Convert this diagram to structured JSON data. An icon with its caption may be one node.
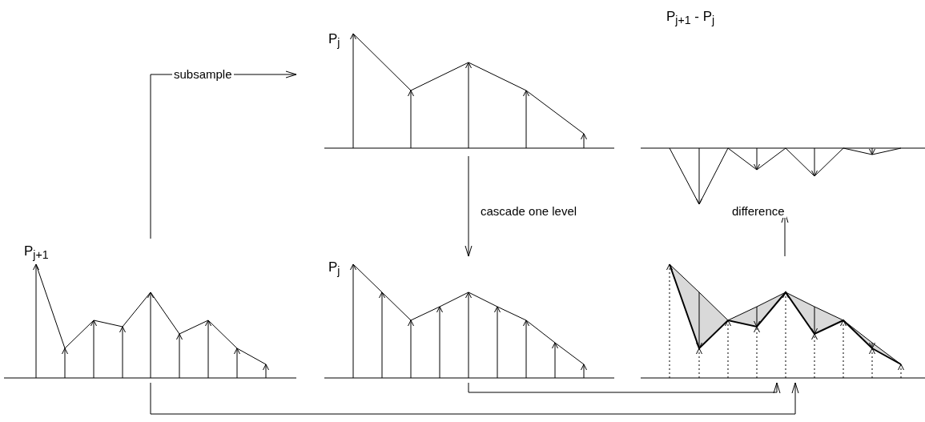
{
  "diagram": {
    "nodes": [
      {
        "text": [
          "P$_{j}$"
        ]
      },
      {
        "text": [
          "P$_{j+1}$ - P$_{j}$"
        ]
      },
      {
        "text": [
          "P$_{j+1}$"
        ]
      },
      {
        "text": [
          "P$_{j}$"
        ]
      },
      {
        "text": [],
        "shape": "picture"
      }
    ],
    "edges": [
      {
        "from": 2,
        "to": 0,
        "arrow": "to",
        "label": "subsample"
      },
      {
        "from": 0,
        "to": 3,
        "arrow": "to",
        "label": "cascade one level"
      },
      {
        "from": 4,
        "to": 1,
        "arrow": "to",
        "label": "difference"
      },
      {
        "from": 2,
        "to": 4,
        "arrow": "to"
      },
      {
        "from": 3,
        "to": 4,
        "arrow": "to"
      }
    ]
  }
}
